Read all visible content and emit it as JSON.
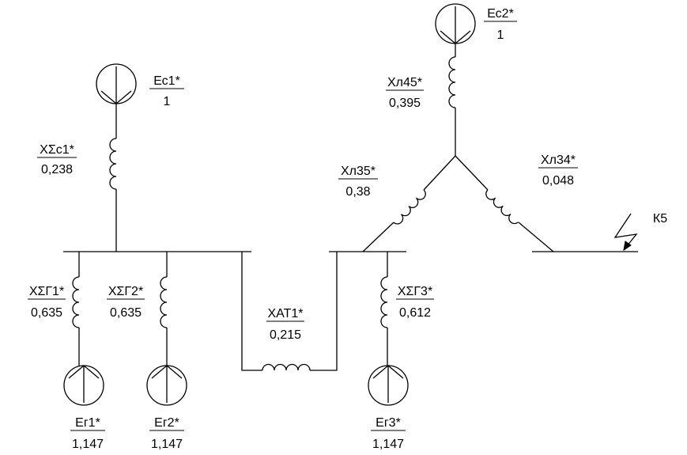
{
  "sources": {
    "ec1": {
      "name": "Ес1*",
      "value": "1"
    },
    "ec2": {
      "name": "Ес2*",
      "value": "1"
    },
    "eg1": {
      "name": "Ег1*",
      "value": "1,147"
    },
    "eg2": {
      "name": "Ег2*",
      "value": "1,147"
    },
    "eg3": {
      "name": "Ег3*",
      "value": "1,147"
    }
  },
  "reactances": {
    "xc1": {
      "name": "XΣс1*",
      "value": "0,238"
    },
    "xg1": {
      "name": "XΣГ1*",
      "value": "0,635"
    },
    "xg2": {
      "name": "XΣГ2*",
      "value": "0,635"
    },
    "xg3": {
      "name": "XΣГ3*",
      "value": "0,612"
    },
    "xat1": {
      "name": "XАТ1*",
      "value": "0,215"
    },
    "xl45": {
      "name": "Xл45*",
      "value": "0,395"
    },
    "xl35": {
      "name": "Xл35*",
      "value": "0,38"
    },
    "xl34": {
      "name": "Xл34*",
      "value": "0,048"
    }
  },
  "fault": {
    "label": "К5"
  }
}
